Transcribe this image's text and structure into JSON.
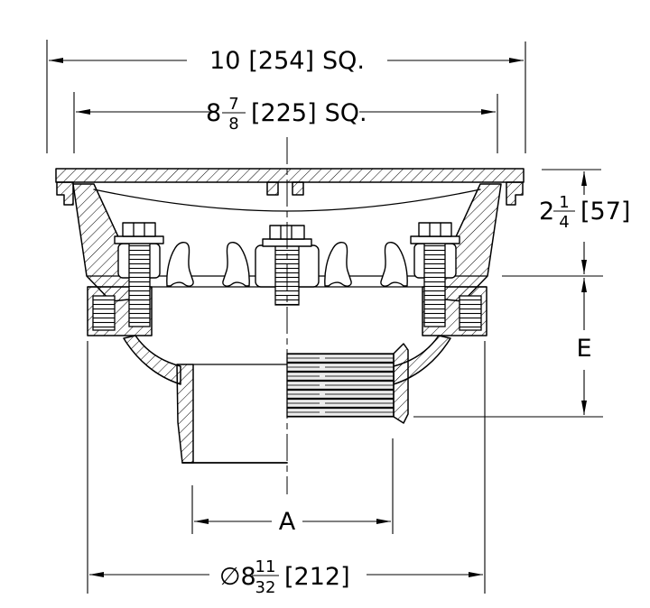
{
  "page": {
    "background": "#ffffff",
    "line_color": "#000000",
    "thread_shade": "#ececec"
  },
  "dims": {
    "top_width": {
      "value": "10",
      "metric": "[254]",
      "suffix": "SQ."
    },
    "inner_width": {
      "whole": "8",
      "num": "7",
      "den": "8",
      "metric": "[225]",
      "suffix": "SQ."
    },
    "frame_height": {
      "whole": "2",
      "num": "1",
      "den": "4",
      "metric": "[57]"
    },
    "depth": {
      "label": "E"
    },
    "outlet": {
      "label": "A"
    },
    "body_diameter": {
      "prefix": "∅",
      "whole": "8",
      "num": "11",
      "den": "32",
      "metric": "[212]"
    }
  }
}
